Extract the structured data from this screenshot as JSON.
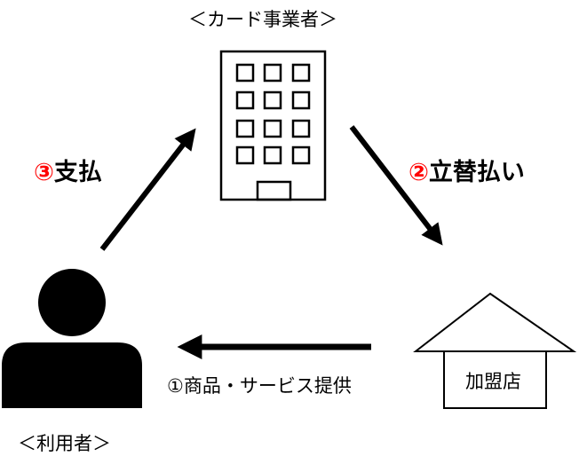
{
  "card_company": {
    "label": "＜カード事業者＞"
  },
  "user": {
    "label": "＜利用者＞"
  },
  "merchant": {
    "label": "加盟店"
  },
  "flows": [
    {
      "number": "①",
      "text": "商品・サービス提供"
    },
    {
      "number": "②",
      "text": "立替払い"
    },
    {
      "number": "③",
      "text": "支払"
    }
  ],
  "colors": {
    "accent_number": "#ff0000",
    "ink": "#000000"
  }
}
